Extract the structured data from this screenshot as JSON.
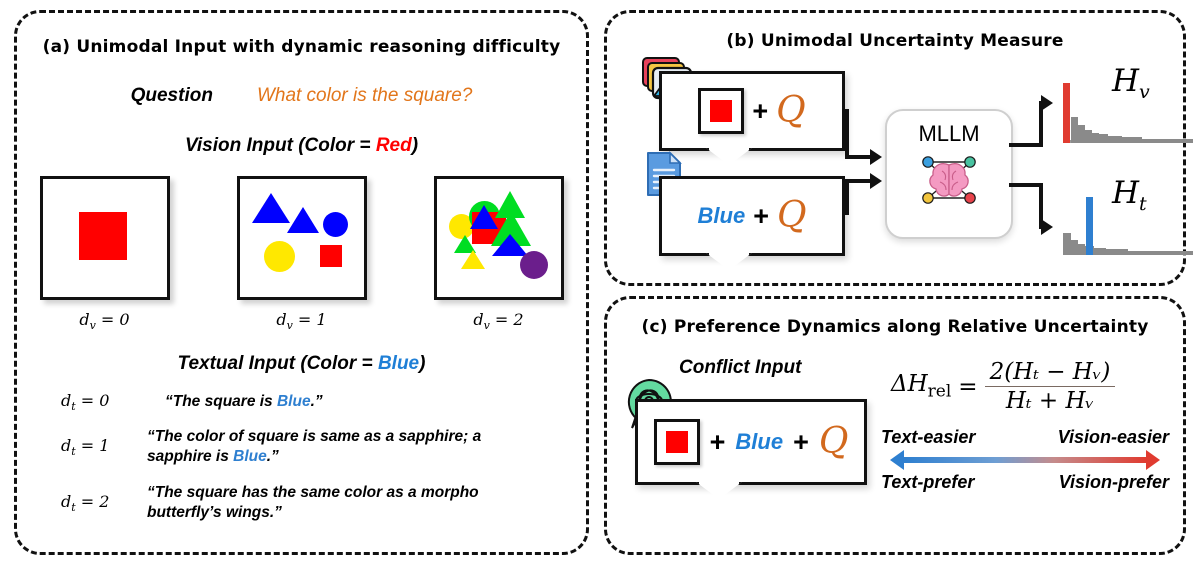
{
  "panels": {
    "a": {
      "title": "(a) Unimodal Input with dynamic reasoning difficulty",
      "question_label": "Question",
      "question_text": "What color is the square?",
      "vision_head_prefix": "Vision Input (Color = ",
      "vision_head_color": "Red",
      "vision_head_suffix": ")",
      "text_head_prefix": "Textual Input (Color = ",
      "text_head_color": "Blue",
      "text_head_suffix": ")",
      "vision_items": [
        {
          "caption": "d",
          "sub": "v",
          "eq": " = 0"
        },
        {
          "caption": "d",
          "sub": "v",
          "eq": " = 1"
        },
        {
          "caption": "d",
          "sub": "v",
          "eq": " = 2"
        }
      ],
      "text_items": [
        {
          "label_d": "d",
          "label_sub": "t",
          "label_eq": " = 0",
          "pre": "“The square is ",
          "hl": "Blue",
          "post": ".”"
        },
        {
          "label_d": "d",
          "label_sub": "t",
          "label_eq": " = 1",
          "pre": "“The color of square is same as a sapphire; a sapphire is ",
          "hl": "Blue",
          "post": ".”"
        },
        {
          "label_d": "d",
          "label_sub": "t",
          "label_eq": " = 2",
          "pre": "“The square has the same color as a morpho butterfly’s wings.”",
          "hl": "",
          "post": ""
        }
      ]
    },
    "b": {
      "title": "(b) Unimodal Uncertainty Measure",
      "vision_bubble": {
        "plus": "+",
        "q": "Q"
      },
      "text_bubble": {
        "text": "Blue",
        "plus1": "+",
        "q": "Q"
      },
      "model_label": "MLLM",
      "hist_vision_label": "H",
      "hist_vision_sub": "v",
      "hist_text_label": "H",
      "hist_text_sub": "t",
      "marker_vision_color": "#E03B30",
      "marker_text_color": "#2E7FD0"
    },
    "c": {
      "title": "(c) Preference Dynamics along Relative Uncertainty",
      "conflict_label": "Conflict Input",
      "conflict_bubble": {
        "plus1": "+",
        "text": "Blue",
        "plus2": "+",
        "q": "Q"
      },
      "formula": {
        "lhs_delta": "ΔH",
        "lhs_sub": "rel",
        "eq": "=",
        "numerator": "2(Hₜ − Hᵥ)",
        "denominator": "Hₜ + Hᵥ"
      },
      "preference": {
        "top_left": "Text-easier",
        "top_right": "Vision-easier",
        "bottom_left": "Text-prefer",
        "bottom_right": "Vision-prefer",
        "left_color": "#2E7FD0",
        "right_color": "#E03B30"
      }
    }
  },
  "colors": {
    "red": "#FF0000",
    "blue": "#0000FF",
    "yellow": "#FFE800",
    "green": "#00DD22",
    "purple": "#6B1E8C",
    "orange_q": "#D2691E",
    "text_blue": "#1F7FD6"
  }
}
